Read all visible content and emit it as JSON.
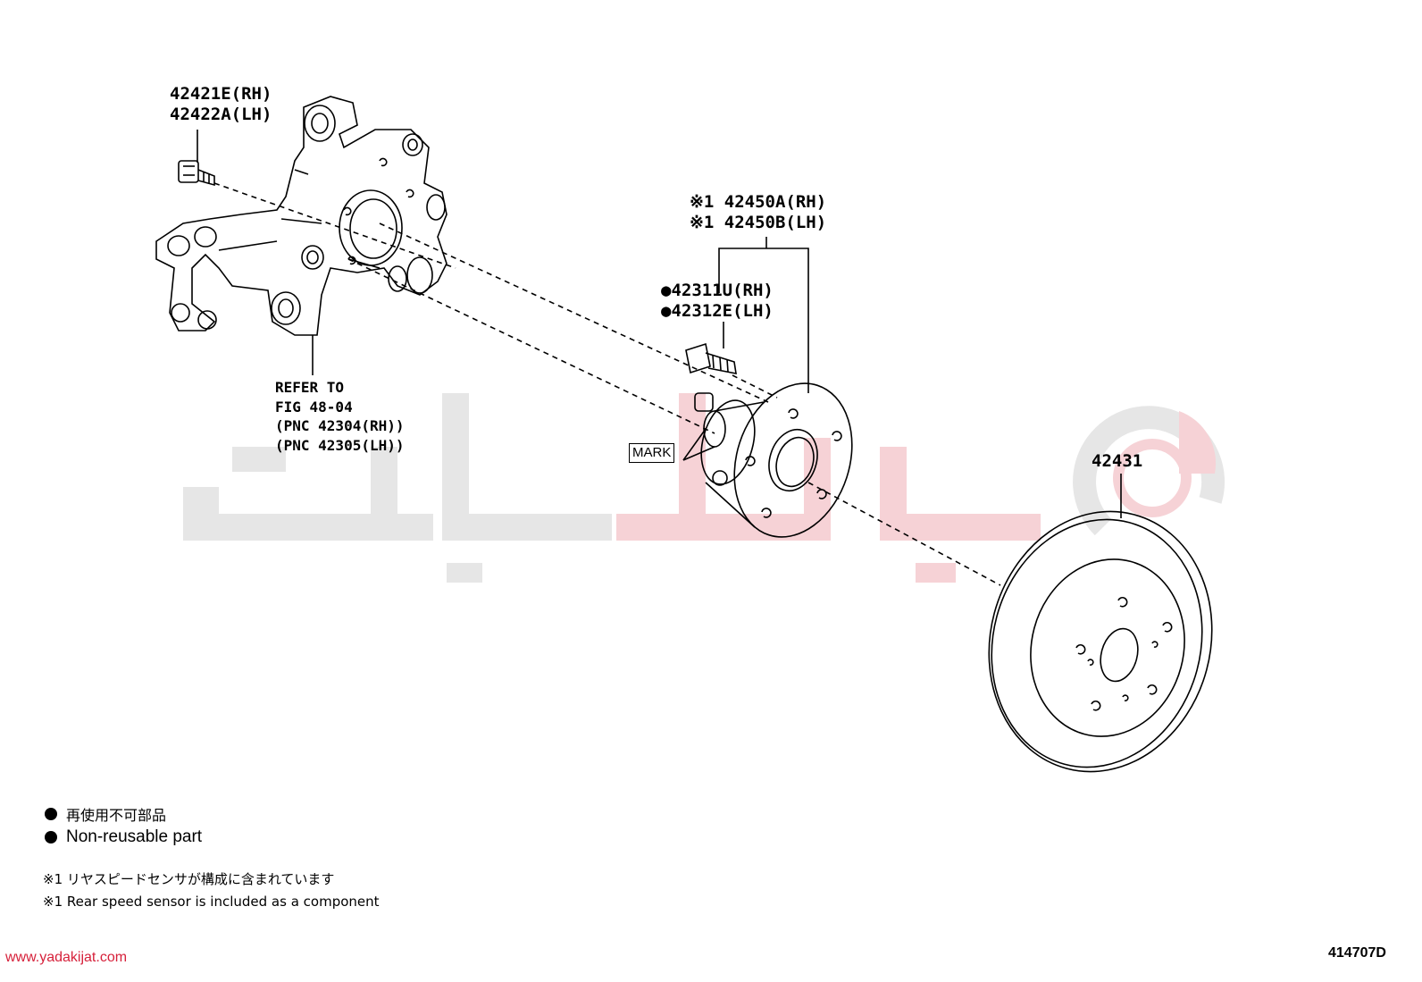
{
  "parts": {
    "bolt_rh": "42421E(RH)",
    "bolt_lh": "42422A(LH)",
    "hub_rh": "※1 42450A(RH)",
    "hub_lh": "※1 42450B(LH)",
    "stud_rh": "●42311U(RH)",
    "stud_lh": "●42312E(LH)",
    "disc": "42431"
  },
  "refer": {
    "line1": "REFER TO",
    "line2": "FIG 48-04",
    "line3": "(PNC 42304(RH))",
    "line4": "(PNC 42305(LH))"
  },
  "mark_label": "MARK",
  "legend": {
    "jp": "再使用不可部品",
    "en": "Non-reusable part"
  },
  "notes": {
    "jp": "※1 リヤスピードセンサが構成に含まれています",
    "en": "※1 Rear speed sensor is included as a component"
  },
  "website": "www.yadakijat.com",
  "figure_code": "414707D",
  "colors": {
    "watermark_gray": "#e6e6e6",
    "watermark_red": "#f6d2d6",
    "website_red": "#d6203a"
  }
}
